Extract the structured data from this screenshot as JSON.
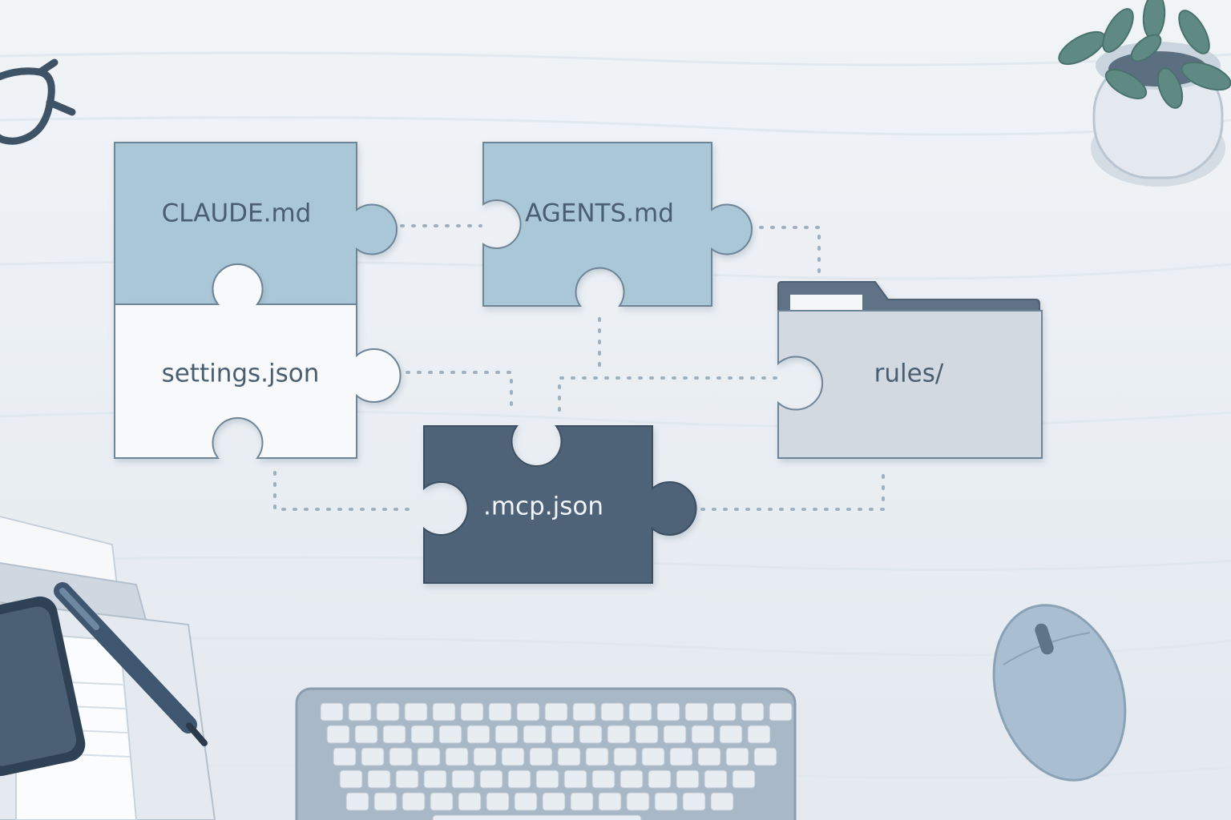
{
  "diagram": {
    "pieces": {
      "claude": {
        "label": "CLAUDE.md"
      },
      "agents": {
        "label": "AGENTS.md"
      },
      "settings": {
        "label": "settings.json"
      },
      "mcp": {
        "label": ".mcp.json"
      },
      "rules": {
        "label": "rules/"
      }
    }
  },
  "colors": {
    "desk": "#e9eef3",
    "piece_light_blue": "#aac7d8",
    "piece_white": "#f7f9fb",
    "piece_dark": "#4f6478",
    "folder_gray": "#d3d9e1",
    "folder_tab": "#5e7286",
    "outline": "#6e8497",
    "text_dark": "#4a5e72",
    "text_light": "#f2f5f8",
    "connector": "#9fb0bf"
  },
  "decor": {
    "icons": [
      "glasses-icon",
      "plant-icon",
      "phone-icon",
      "pen-icon",
      "keyboard-icon",
      "mouse-icon",
      "paper-stack-icon"
    ]
  }
}
